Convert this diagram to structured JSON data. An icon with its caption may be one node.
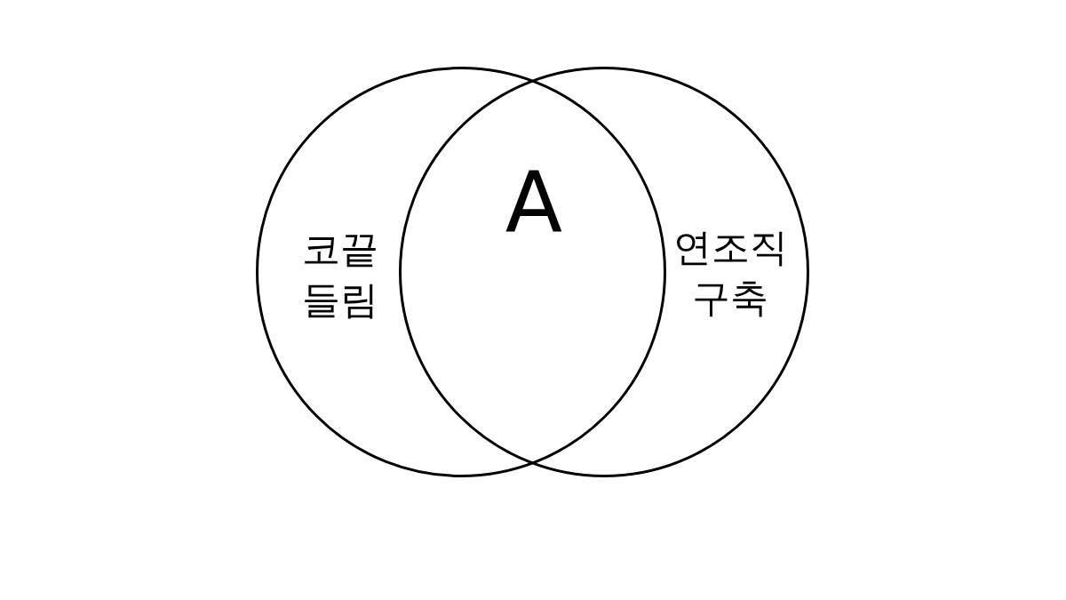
{
  "diagram": {
    "nodes": [
      {
        "text": [
          "코끝 들림"
        ]
      },
      {
        "text": [
          "연조직 구축"
        ]
      }
    ],
    "edges": [],
    "labels": [
      "A"
    ]
  }
}
